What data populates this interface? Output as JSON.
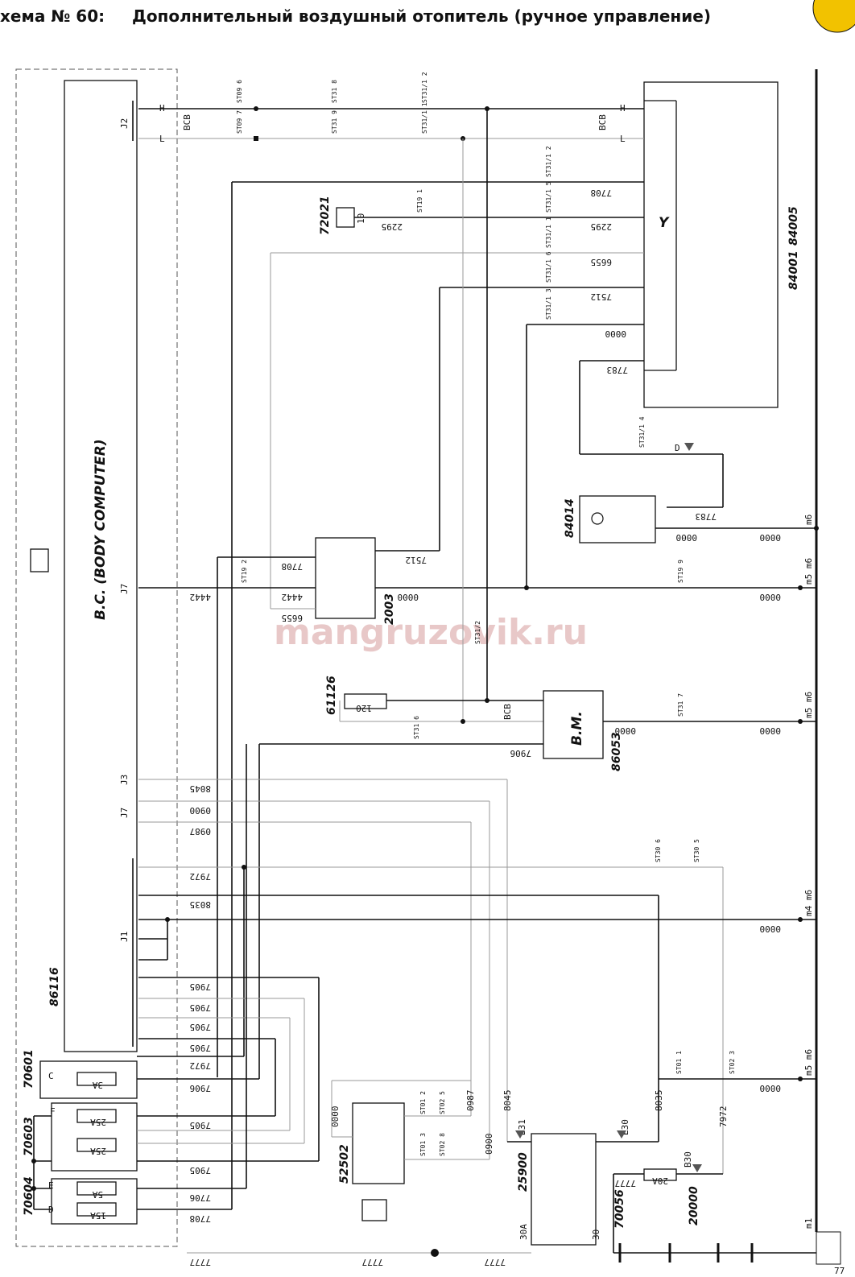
{
  "header": {
    "scheme_number": "хема № 60:",
    "title": "Дополнительный воздушный отопитель (ручное управление)"
  },
  "watermark": "mangruzovik.ru",
  "page_number": "77",
  "components": {
    "body_computer": "B.C. (BODY COMPUTER)",
    "body_computer_code": "86116",
    "heater_ctrl_code_a": "84001",
    "heater_ctrl_code_b": "84005",
    "sensor_code": "72021",
    "sensor_pin": "10",
    "switch_module_code": "2003",
    "temp_switch_code": "84014",
    "resistor_code": "61126",
    "resistor_value": "120",
    "bm_label": "B.M.",
    "bm_code": "86053",
    "fuse_box_c_code": "70601",
    "fuse_box_ef_code": "70603",
    "fuse_box_d_code": "70604",
    "ignition_switch_code": "52502",
    "relay_code": "25900",
    "fuse_20a_code": "70056",
    "battery_code": "20000",
    "bcb": "BCB"
  },
  "connectors": {
    "j1": "J1",
    "j2": "J2",
    "j3": "J3",
    "j7": "J7"
  },
  "wires": {
    "w7708": "7708",
    "w2295": "2295",
    "w6655": "6655",
    "w7512": "7512",
    "w0000": "0000",
    "w7783": "7783",
    "w4442": "4442",
    "w7906": "7906",
    "w8045": "8045",
    "w0900": "0900",
    "w0987": "0987",
    "w7972": "7972",
    "w8035": "8035",
    "w7905": "7905",
    "w7706": "7706",
    "w7777": "7777",
    "w8045b": "8045",
    "w8035b": "8035",
    "w7972b": "7972"
  },
  "fuses": {
    "f3a": "3A",
    "f25a_1": "25A",
    "f25a_2": "25A",
    "f5a": "5A",
    "f15a": "15A",
    "f20a": "20A"
  },
  "ground_labels": {
    "m6": "m6",
    "m5m6": "m5 m6",
    "m4m6": "m4 m6",
    "m1": "m1"
  },
  "splice_labels": {
    "st09_6": "ST09 6",
    "st09_7": "ST09 7",
    "st31_8": "ST31 8",
    "st31_9": "ST31 9",
    "st31_1_2": "ST31/1 2",
    "st31_1_1": "ST31/1 1",
    "st19_1": "ST19 1",
    "st31_1_5": "ST31/1 5",
    "st31_1_10": "ST31/1 1",
    "st31_1_6": "ST31/1 6",
    "st31_1_3": "ST31/1 3",
    "st31_1_4": "ST31/1 4",
    "st19_2": "ST19 2",
    "st19_9": "ST19 9",
    "st31_2": "ST31/2",
    "st31_7": "ST31 7",
    "st31_6": "ST31 6",
    "st30_6": "ST30 6",
    "st30_5": "ST30 5",
    "st01_1": "ST01 1",
    "st02_3": "ST02 3",
    "st01_2": "ST01 2",
    "st02_5": "ST02 5",
    "st01_3": "ST01 3",
    "st02_8": "ST02 8"
  },
  "pins": {
    "h": "H",
    "l": "L",
    "d": "D",
    "c": "C",
    "e": "E",
    "f": "F",
    "b31": "B31",
    "e30": "E30",
    "b30": "B30",
    "p30": "30",
    "p30a": "30A"
  }
}
